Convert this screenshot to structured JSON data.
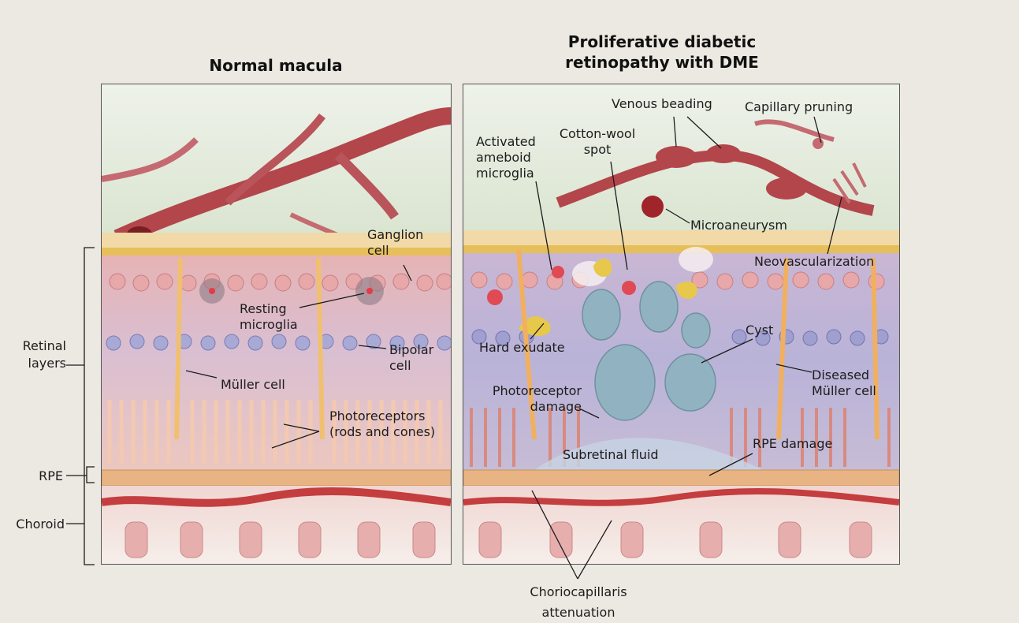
{
  "titles": {
    "left": "Normal macula",
    "right": "Proliferative diabetic retinopathy with DME"
  },
  "side_labels": {
    "retinal_layers": "Retinal layers",
    "rpe": "RPE",
    "choroid": "Choroid"
  },
  "left_labels": {
    "ganglion_cell": "Ganglion cell",
    "resting_microglia": "Resting microglia",
    "bipolar_cell": "Bipolar cell",
    "muller_cell": "Müller cell",
    "photoreceptors": "Photoreceptors (rods and cones)"
  },
  "right_labels": {
    "venous_beading": "Venous beading",
    "capillary_pruning": "Capillary pruning",
    "activated_microglia": "Activated ameboid microglia",
    "cotton_wool_spot": "Cotton-wool spot",
    "microaneurysm": "Microaneurysm",
    "neovascularization": "Neovascularization",
    "hard_exudate": "Hard exudate",
    "cyst": "Cyst",
    "photoreceptor_damage": "Photoreceptor damage",
    "diseased_muller_cell": "Diseased Müller cell",
    "subretinal_fluid": "Subretinal fluid",
    "rpe_damage": "RPE damage"
  },
  "bottom_label": "Choriocapillaris attenuation"
}
